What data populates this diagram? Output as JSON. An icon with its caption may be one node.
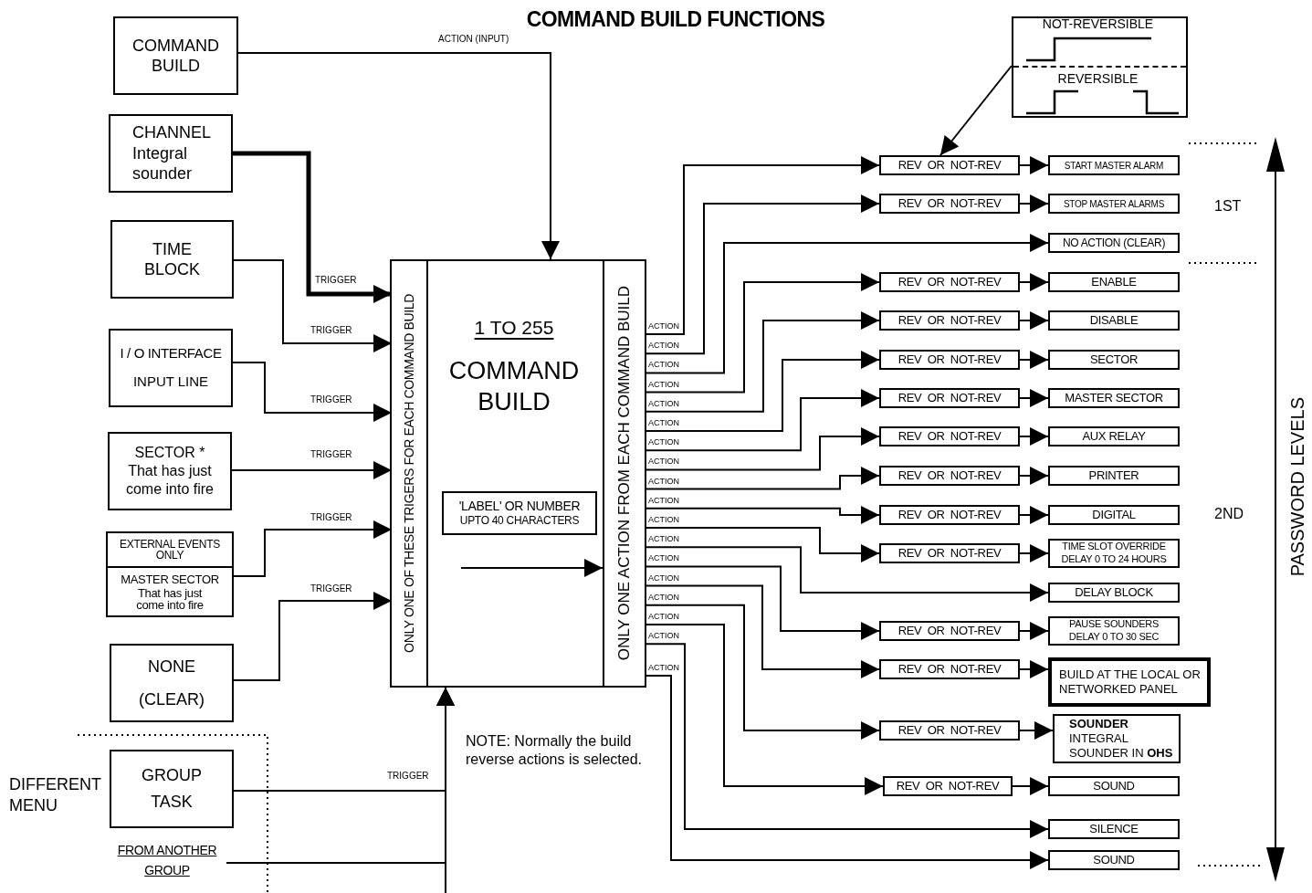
{
  "diagram": {
    "title": "COMMAND BUILD FUNCTIONS",
    "nodes": [
      {
        "text": [
          "COMMAND BUILD"
        ]
      },
      {
        "text": [
          "CHANNEL",
          "Integral sounder"
        ]
      },
      {
        "text": [
          "TIME BLOCK"
        ]
      },
      {
        "text": [
          "I / O INTERFACE",
          "INPUT LINE"
        ]
      },
      {
        "text": [
          "SECTOR *",
          "That has just come into fire"
        ]
      },
      {
        "text": [
          "EXTERNAL EVENTS ONLY"
        ]
      },
      {
        "text": [
          "MASTER SECTOR",
          "That has just come into fire"
        ]
      },
      {
        "text": [
          "NONE (CLEAR)"
        ]
      },
      {
        "text": [
          "GROUP TASK"
        ]
      },
      {
        "text": [
          "FROM ANOTHER GROUP"
        ]
      },
      {
        "text": [
          "1 TO 255",
          "COMMAND BUILD"
        ]
      },
      {
        "text": [
          "ONLY ONE OF THESE TRIGERS FOR EACH COMMAND BUILD"
        ],
        "in": 10
      },
      {
        "text": [
          "'LABEL' OR NUMBER",
          "UPTO 40 CHARACTERS"
        ],
        "in": 10
      },
      {
        "text": [
          "ONLY ONE ACTION FROM EACH COMMAND BUILD"
        ],
        "in": 10
      },
      {
        "text": [
          "NOT-REVERSIBLE",
          "REVERSIBLE"
        ]
      },
      {
        "text": [
          "REV OR NOT-REV"
        ]
      },
      {
        "text": [
          "START MASTER ALARM"
        ]
      },
      {
        "text": [
          "REV OR NOT-REV"
        ]
      },
      {
        "text": [
          "STOP MASTER ALARMS"
        ]
      },
      {
        "text": [
          "NO ACTION (CLEAR)"
        ]
      },
      {
        "text": [
          "REV OR NOT-REV"
        ]
      },
      {
        "text": [
          "ENABLE"
        ]
      },
      {
        "text": [
          "REV OR NOT-REV"
        ]
      },
      {
        "text": [
          "DISABLE"
        ]
      },
      {
        "text": [
          "REV OR NOT-REV"
        ]
      },
      {
        "text": [
          "SECTOR"
        ]
      },
      {
        "text": [
          "REV OR NOT-REV"
        ]
      },
      {
        "text": [
          "MASTER SECTOR"
        ]
      },
      {
        "text": [
          "REV OR NOT-REV"
        ]
      },
      {
        "text": [
          "AUX RELAY"
        ]
      },
      {
        "text": [
          "REV OR NOT-REV"
        ]
      },
      {
        "text": [
          "PRINTER"
        ]
      },
      {
        "text": [
          "REV OR NOT-REV"
        ]
      },
      {
        "text": [
          "DIGITAL"
        ]
      },
      {
        "text": [
          "REV OR NOT-REV"
        ]
      },
      {
        "text": [
          "TIME SLOT OVERRIDE DELAY 0 TO 24 HOURS"
        ]
      },
      {
        "text": [
          "DELAY BLOCK"
        ]
      },
      {
        "text": [
          "REV OR NOT-REV"
        ]
      },
      {
        "text": [
          "PAUSE SOUNDERS DELAY 0 TO 30 SEC"
        ]
      },
      {
        "text": [
          "REV OR NOT-REV"
        ]
      },
      {
        "text": [
          "BUILD AT THE LOCAL OR NETWORKED PANEL"
        ]
      },
      {
        "text": [
          "REV OR NOT-REV"
        ]
      },
      {
        "text": [
          "**SOUNDER** INTEGRAL SOUNDER IN **OHS**"
        ]
      },
      {
        "text": [
          "REV OR NOT-REV"
        ]
      },
      {
        "text": [
          "SOUND"
        ]
      },
      {
        "text": [
          "SILENCE"
        ]
      },
      {
        "text": [
          "SOUND"
        ]
      }
    ],
    "edges": [
      {
        "from": 0,
        "to": 10,
        "arrow": "to",
        "label": "ACTION (INPUT)"
      },
      {
        "from": 1,
        "to": 11,
        "arrow": "to",
        "label": "TRIGGER",
        "style": "thick"
      },
      {
        "from": 2,
        "to": 11,
        "arrow": "to",
        "label": "TRIGGER"
      },
      {
        "from": 3,
        "to": 11,
        "arrow": "to",
        "label": "TRIGGER"
      },
      {
        "from": 4,
        "to": 11,
        "arrow": "to",
        "label": "TRIGGER"
      },
      {
        "from": 6,
        "to": 11,
        "arrow": "to",
        "label": "TRIGGER"
      },
      {
        "from": 7,
        "to": 11,
        "arrow": "to",
        "label": "TRIGGER"
      },
      {
        "from": 8,
        "to": 10,
        "arrow": "to",
        "label": "TRIGGER"
      },
      {
        "from": 9,
        "to": 10,
        "arrow": "to"
      },
      {
        "from": null,
        "to": 10,
        "arrow": "to"
      },
      {
        "from": null,
        "to": 13,
        "arrow": "to"
      },
      {
        "from": 14,
        "to": 15,
        "arrow": "to"
      },
      {
        "from": 13,
        "to": 15,
        "arrow": "to",
        "label": "ACTION"
      },
      {
        "from": 15,
        "to": 16,
        "arrow": "to"
      },
      {
        "from": 13,
        "to": 17,
        "arrow": "to",
        "label": "ACTION"
      },
      {
        "from": 17,
        "to": 18,
        "arrow": "to"
      },
      {
        "from": 13,
        "to": 19,
        "arrow": "to",
        "label": "ACTION"
      },
      {
        "from": 13,
        "to": 20,
        "arrow": "to",
        "label": "ACTION"
      },
      {
        "from": 20,
        "to": 21,
        "arrow": "to"
      },
      {
        "from": 13,
        "to": 22,
        "arrow": "to",
        "label": "ACTION"
      },
      {
        "from": 22,
        "to": 23,
        "arrow": "to"
      },
      {
        "from": 13,
        "to": 24,
        "arrow": "to",
        "label": "ACTION"
      },
      {
        "from": 24,
        "to": 25,
        "arrow": "to"
      },
      {
        "from": 13,
        "to": 26,
        "arrow": "to",
        "label": "ACTION"
      },
      {
        "from": 26,
        "to": 27,
        "arrow": "to"
      },
      {
        "from": 13,
        "to": 28,
        "arrow": "to",
        "label": "ACTION"
      },
      {
        "from": 28,
        "to": 29,
        "arrow": "to"
      },
      {
        "from": 13,
        "to": 30,
        "arrow": "to",
        "label": "ACTION"
      },
      {
        "from": 30,
        "to": 31,
        "arrow": "to"
      },
      {
        "from": 13,
        "to": 32,
        "arrow": "to",
        "label": "ACTION"
      },
      {
        "from": 32,
        "to": 33,
        "arrow": "to"
      },
      {
        "from": 13,
        "to": 34,
        "arrow": "to",
        "label": "ACTION"
      },
      {
        "from": 34,
        "to": 35,
        "arrow": "to"
      },
      {
        "from": 13,
        "to": 36,
        "arrow": "to",
        "label": "ACTION"
      },
      {
        "from": 13,
        "to": 37,
        "arrow": "to",
        "label": "ACTION"
      },
      {
        "from": 37,
        "to": 38,
        "arrow": "to"
      },
      {
        "from": 13,
        "to": 39,
        "arrow": "to",
        "label": "ACTION"
      },
      {
        "from": 39,
        "to": 40,
        "arrow": "to"
      },
      {
        "from": 13,
        "to": 41,
        "arrow": "to",
        "label": "ACTION"
      },
      {
        "from": 41,
        "to": 42,
        "arrow": "to"
      },
      {
        "from": 13,
        "to": 43,
        "arrow": "to",
        "label": "ACTION"
      },
      {
        "from": 43,
        "to": 44,
        "arrow": "to"
      },
      {
        "from": 13,
        "to": 45,
        "arrow": "to",
        "label": "ACTION"
      },
      {
        "from": 13,
        "to": 46,
        "arrow": "to",
        "label": "ACTION"
      }
    ],
    "labels": [
      "DIFFERENT MENU",
      "NOTE: Normally the build reverse actions is selected.",
      "1ST",
      "2ND",
      "PASSWORD LEVELS"
    ]
  }
}
